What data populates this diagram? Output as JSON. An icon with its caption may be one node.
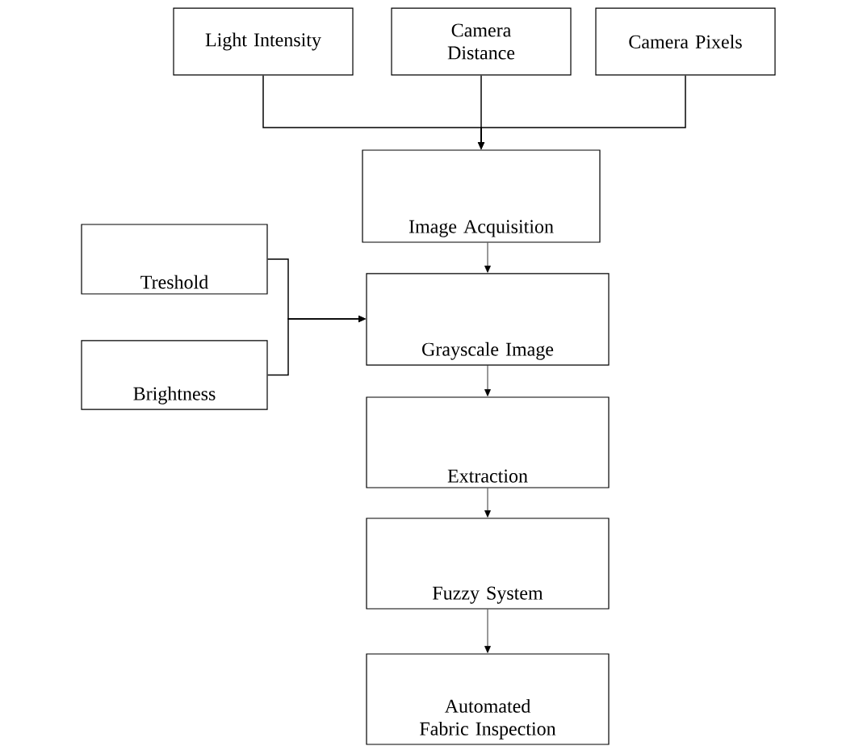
{
  "diagram": {
    "nodes": [
      {
        "text": [
          "Light Intensity"
        ]
      },
      {
        "text": [
          "Camera Distance"
        ]
      },
      {
        "text": [
          "Camera Pixels"
        ]
      },
      {
        "text": [
          "Image Acquisition"
        ]
      },
      {
        "text": [
          "Treshold"
        ]
      },
      {
        "text": [
          "Brightness"
        ]
      },
      {
        "text": [
          "Grayscale Image"
        ]
      },
      {
        "text": [
          "Extraction"
        ]
      },
      {
        "text": [
          "Fuzzy System"
        ]
      },
      {
        "text": [
          "Automated Fabric Inspection"
        ]
      }
    ],
    "edges": [
      {
        "from": 0,
        "to": 3,
        "arrow": "to"
      },
      {
        "from": 1,
        "to": 3,
        "arrow": "to"
      },
      {
        "from": 2,
        "to": 3,
        "arrow": "to"
      },
      {
        "from": 4,
        "to": 6,
        "arrow": "to"
      },
      {
        "from": 5,
        "to": 6,
        "arrow": "to"
      },
      {
        "from": 3,
        "to": 6,
        "arrow": "to"
      },
      {
        "from": 6,
        "to": 7,
        "arrow": "to"
      },
      {
        "from": 7,
        "to": 8,
        "arrow": "to"
      },
      {
        "from": 8,
        "to": 9,
        "arrow": "to"
      }
    ]
  }
}
